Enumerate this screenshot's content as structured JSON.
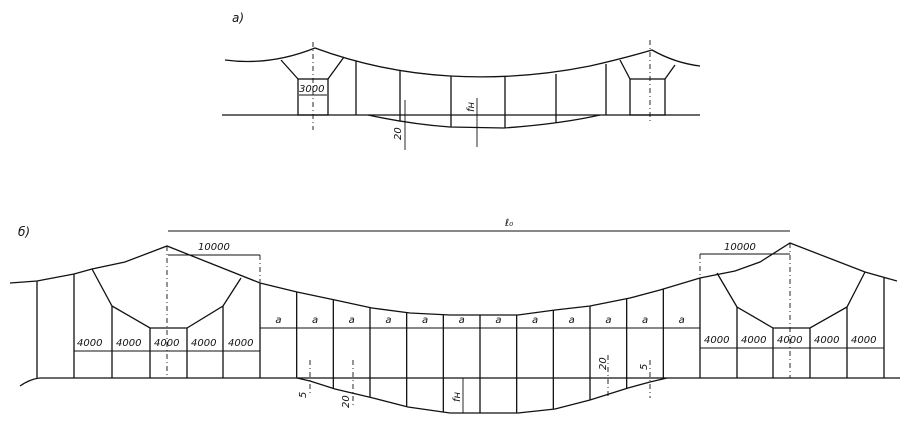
{
  "diagram_a": {
    "label": "а)",
    "tower_width": "3000",
    "offset": "20",
    "sag": "fн"
  },
  "diagram_b": {
    "label": "б)",
    "span": "ℓ₀",
    "left_offset": "10000",
    "right_offset": "10000",
    "left_panels": [
      "4000",
      "4000",
      "4000",
      "4000",
      "4000"
    ],
    "right_panels": [
      "4000",
      "4000",
      "4000",
      "4000",
      "4000"
    ],
    "mid_panels": [
      "a",
      "a",
      "a",
      "a",
      "a",
      "a",
      "a",
      "a",
      "a",
      "a",
      "a",
      "a"
    ],
    "left_small": "5",
    "left_offset_20": "20",
    "right_offset_20": "20",
    "right_small": "5",
    "sag": "fн"
  }
}
